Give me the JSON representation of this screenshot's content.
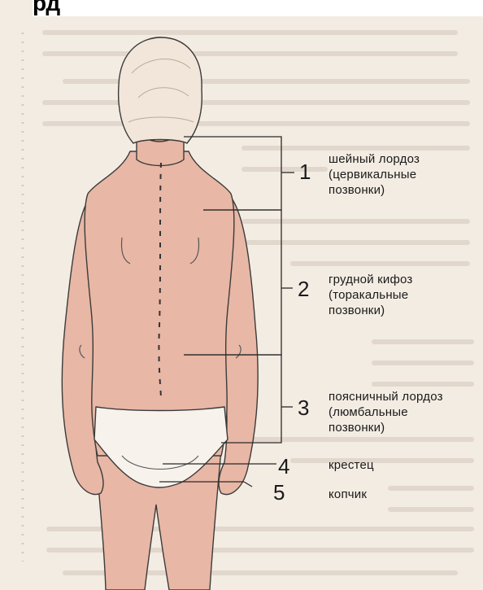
{
  "heading_fragment": "рд",
  "regions": [
    {
      "number": "1",
      "label": "шейный лордоз\n(цервикальные\nпозвонки)"
    },
    {
      "number": "2",
      "label": "грудной кифоз\n(торакальные\nпозвонки)"
    },
    {
      "number": "3",
      "label": "поясничный лордоз\n(люмбальные\nпозвонки)"
    },
    {
      "number": "4",
      "label": "крестец"
    },
    {
      "number": "5",
      "label": "копчик"
    }
  ],
  "colors": {
    "paper": "#f3ece3",
    "skin": "#e8b7a5",
    "skin_shadow": "#d99b87",
    "hair": "#f1e6d9",
    "line": "#333333",
    "faded_text": "#c9bdb0"
  }
}
